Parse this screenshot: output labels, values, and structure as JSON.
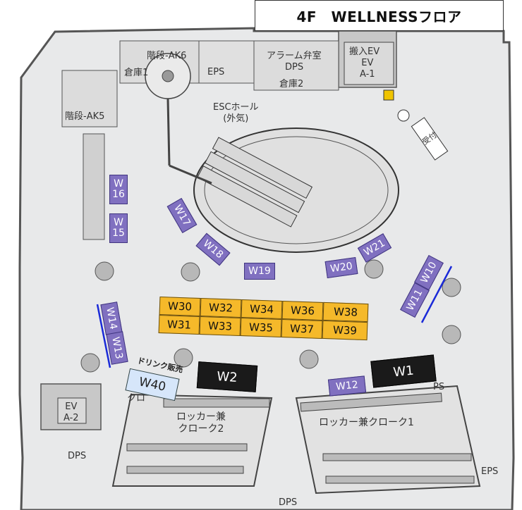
{
  "header": {
    "title": "4F　WELLNESSフロア"
  },
  "booths_purple": [
    {
      "id": "w16",
      "label": "W\n16"
    },
    {
      "id": "w15",
      "label": "W\n15"
    },
    {
      "id": "w17",
      "label": "W17"
    },
    {
      "id": "w18",
      "label": "W18"
    },
    {
      "id": "w19",
      "label": "W19"
    },
    {
      "id": "w20",
      "label": "W20"
    },
    {
      "id": "w21",
      "label": "W21"
    },
    {
      "id": "w10",
      "label": "W10"
    },
    {
      "id": "w11",
      "label": "W11"
    },
    {
      "id": "w14",
      "label": "W14"
    },
    {
      "id": "w13",
      "label": "W13"
    },
    {
      "id": "w12",
      "label": "W12"
    }
  ],
  "booths_yellow": [
    "W30",
    "W32",
    "W34",
    "W36",
    "W38",
    "W31",
    "W33",
    "W35",
    "W37",
    "W39"
  ],
  "booths_black": [
    "W2",
    "W1"
  ],
  "booth_drink": {
    "label": "W40",
    "tag": "ドリンク販売"
  },
  "rooms": {
    "kaidan_ak6": "階段-AK6",
    "souko1": "倉庫1",
    "eps_top": "EPS",
    "alarm": "アラーム弁室",
    "dps_top": "DPS",
    "souko2": "倉庫2",
    "hannyu": "搬入EV",
    "ev_a1": "EV\nA-1",
    "esc_hall": "ESCホール\n(外気)",
    "kaidan_ak5": "階段-AK5",
    "uketsuke": "受付",
    "ev_a2": "EV\nA-2",
    "dps_left": "DPS",
    "locker2": "ロッカー兼\nクローク2",
    "locker1": "ロッカー兼クローク1",
    "ps": "PS",
    "eps_bottom": "EPS",
    "dps_bottom": "DPS",
    "kuro": "クロ"
  }
}
